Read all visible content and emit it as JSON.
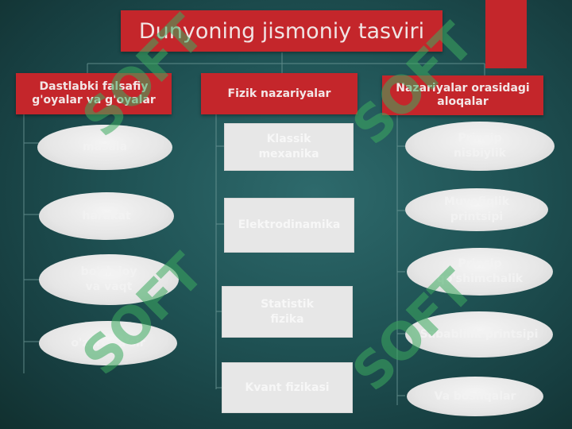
{
  "title": "Dunyoning jismoniy tasviri",
  "columns": [
    {
      "header": "Dastlabki falsafiy\ng'oyalar va g'oyalar",
      "items": [
        "masala",
        "harakat",
        "bo'sh joy\nva vaqt",
        "o'zaro ta'sir"
      ]
    },
    {
      "header": "Fizik nazariyalar",
      "items": [
        "Klassik\nmexanika",
        "Elektrodinamika",
        "Statistik\nfizika",
        "Kvant fizikasi"
      ]
    },
    {
      "header": "Nazariyalar orasidagi\naloqalar",
      "items": [
        "Prinsip\nnisbiylik",
        "Muvofiqlik\nprintsipi",
        "Prinsip\nqo'shimchalik",
        "Sabablilik printsipi",
        "Va boshqalar"
      ]
    }
  ],
  "watermark": "SOFT",
  "colors": {
    "header_red": "#c4262b",
    "background": "#1f5254",
    "item_fill": "#e7e7e7",
    "watermark": "#3caa5f"
  }
}
